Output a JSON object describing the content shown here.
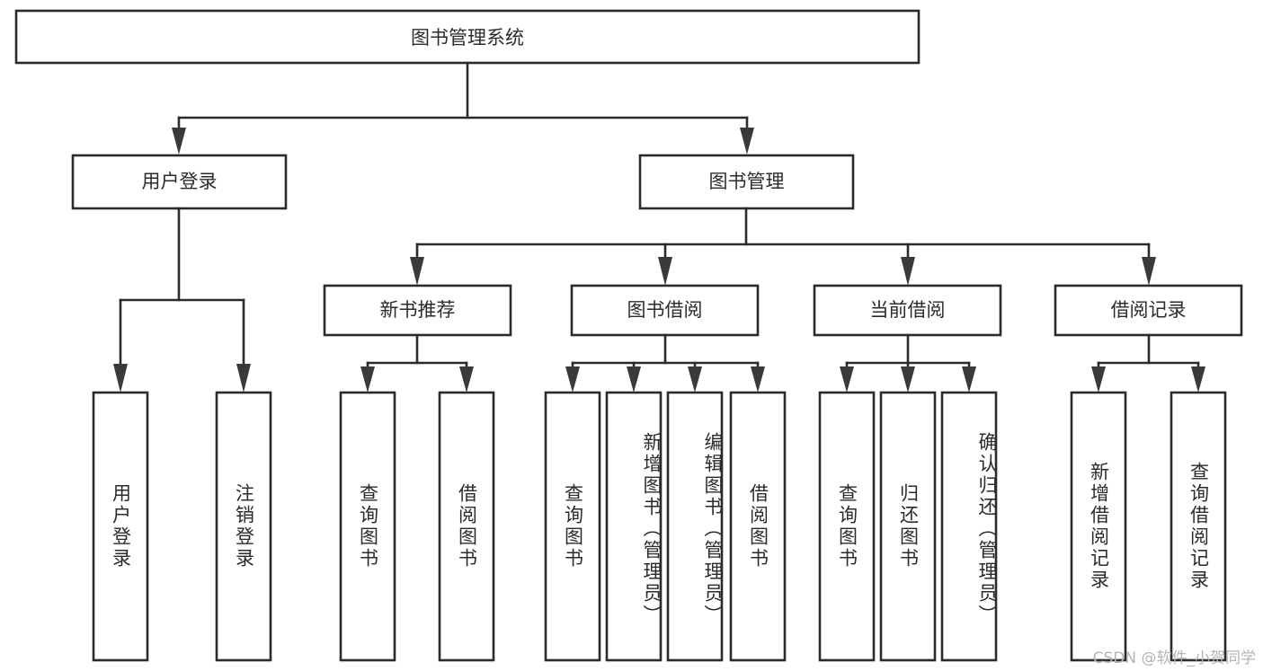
{
  "diagram": {
    "title": "图书管理系统",
    "type": "hierarchy-tree",
    "watermark": "CSDN @软件_小贺同学",
    "colors": {
      "background": "#ffffff",
      "box_stroke": "#2b2b2b",
      "box_fill": "#ffffff",
      "connector": "#2b2b2b",
      "text": "#2b2b2b",
      "watermark": "#b4b4b4"
    },
    "nodes": {
      "root": {
        "label": "图书管理系统",
        "orientation": "horizontal",
        "level": 1
      },
      "l2": [
        {
          "id": "user-login",
          "label": "用户登录",
          "orientation": "horizontal",
          "level": 2
        },
        {
          "id": "book-manage",
          "label": "图书管理",
          "orientation": "horizontal",
          "level": 2
        }
      ],
      "l3": [
        {
          "id": "new-book-rec",
          "label": "新书推荐",
          "orientation": "horizontal",
          "level": 3
        },
        {
          "id": "book-borrow",
          "label": "图书借阅",
          "orientation": "horizontal",
          "level": 3
        },
        {
          "id": "current-borrow",
          "label": "当前借阅",
          "orientation": "horizontal",
          "level": 3
        },
        {
          "id": "borrow-record",
          "label": "借阅记录",
          "orientation": "horizontal",
          "level": 3
        }
      ],
      "leaves": [
        {
          "id": "leaf-user-login",
          "label": "用户登录",
          "parent": "user-login",
          "orientation": "vertical"
        },
        {
          "id": "leaf-user-logout",
          "label": "注销登录",
          "parent": "user-login",
          "orientation": "vertical"
        },
        {
          "id": "leaf-query-book-1",
          "label": "查询图书",
          "parent": "new-book-rec",
          "orientation": "vertical"
        },
        {
          "id": "leaf-borrow-book-1",
          "label": "借阅图书",
          "parent": "new-book-rec",
          "orientation": "vertical"
        },
        {
          "id": "leaf-query-book-2",
          "label": "查询图书",
          "parent": "book-borrow",
          "orientation": "vertical"
        },
        {
          "id": "leaf-add-book",
          "label": "新增图书（管理员）",
          "parent": "book-borrow",
          "orientation": "vertical"
        },
        {
          "id": "leaf-edit-book",
          "label": "编辑图书（管理员）",
          "parent": "book-borrow",
          "orientation": "vertical"
        },
        {
          "id": "leaf-borrow-book-2",
          "label": "借阅图书",
          "parent": "book-borrow",
          "orientation": "vertical"
        },
        {
          "id": "leaf-query-book-3",
          "label": "查询图书",
          "parent": "current-borrow",
          "orientation": "vertical"
        },
        {
          "id": "leaf-return-book",
          "label": "归还图书",
          "parent": "current-borrow",
          "orientation": "vertical"
        },
        {
          "id": "leaf-confirm-return",
          "label": "确认归还（管理员）",
          "parent": "current-borrow",
          "orientation": "vertical"
        },
        {
          "id": "leaf-add-record",
          "label": "新增借阅记录",
          "parent": "borrow-record",
          "orientation": "vertical"
        },
        {
          "id": "leaf-query-record",
          "label": "查询借阅记录",
          "parent": "borrow-record",
          "orientation": "vertical"
        }
      ]
    }
  }
}
